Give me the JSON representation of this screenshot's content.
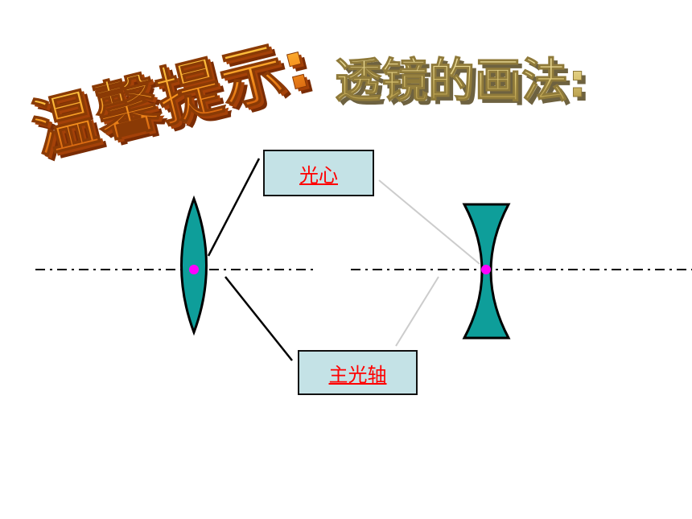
{
  "header": {
    "tip_title": "温馨提示:",
    "lens_title": "透镜的画法:"
  },
  "labels": {
    "optical_center": "光心",
    "principal_axis": "主光轴"
  },
  "colors": {
    "lens_fill": "#0e9e9a",
    "center_dot": "#ff00ff",
    "label_bg": "#c4e2e6",
    "label_text": "#ff0000",
    "tip_title": "#f07d10",
    "lens_title": "#d9c370"
  }
}
